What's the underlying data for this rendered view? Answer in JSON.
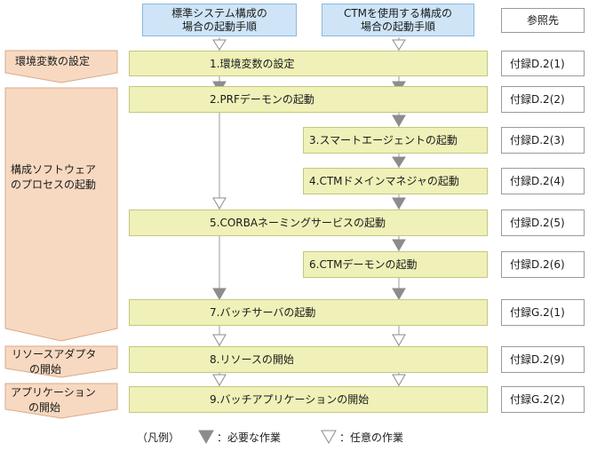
{
  "headers": {
    "standard": [
      "標準システム構成の",
      "場合の起動手順"
    ],
    "ctm": [
      "CTMを使用する構成の",
      "場合の起動手順"
    ],
    "reference": "参照先"
  },
  "phases": [
    {
      "lines": [
        "環境変数の設定"
      ]
    },
    {
      "lines": [
        "構成ソフトウェア",
        "のプロセスの起動"
      ]
    },
    {
      "lines": [
        "リソースアダプタ",
        "の開始"
      ]
    },
    {
      "lines": [
        "アプリケーション",
        "の開始"
      ]
    }
  ],
  "steps": [
    {
      "label": "1.環境変数の設定",
      "ref": "付録D.2(1)"
    },
    {
      "label": "2.PRFデーモンの起動",
      "ref": "付録D.2(2)"
    },
    {
      "label": "3.スマートエージェントの起動",
      "ref": "付録D.2(3)"
    },
    {
      "label": "4.CTMドメインマネジャの起動",
      "ref": "付録D.2(4)"
    },
    {
      "label": "5.CORBAネーミングサービスの起動",
      "ref": "付録D.2(5)"
    },
    {
      "label": "6.CTMデーモンの起動",
      "ref": "付録D.2(6)"
    },
    {
      "label": "7.バッチサーバの起動",
      "ref": "付録G.2(1)"
    },
    {
      "label": "8.リソースの開始",
      "ref": "付録D.2(9)"
    },
    {
      "label": "9.バッチアプリケーションの開始",
      "ref": "付録G.2(2)"
    }
  ],
  "legend": {
    "prefix": "（凡例）",
    "required": "：必要な作業",
    "optional": "：任意の作業"
  },
  "colors": {
    "header_fill": "#cfe5f7",
    "step_fill": "#eff1b8",
    "phase_fill": "#f7d9c1",
    "required_arrow": "#8c8c8c",
    "optional_arrow": "#ffffff"
  },
  "arrow_kinds": [
    "optional-triangle",
    "required-triangle"
  ]
}
